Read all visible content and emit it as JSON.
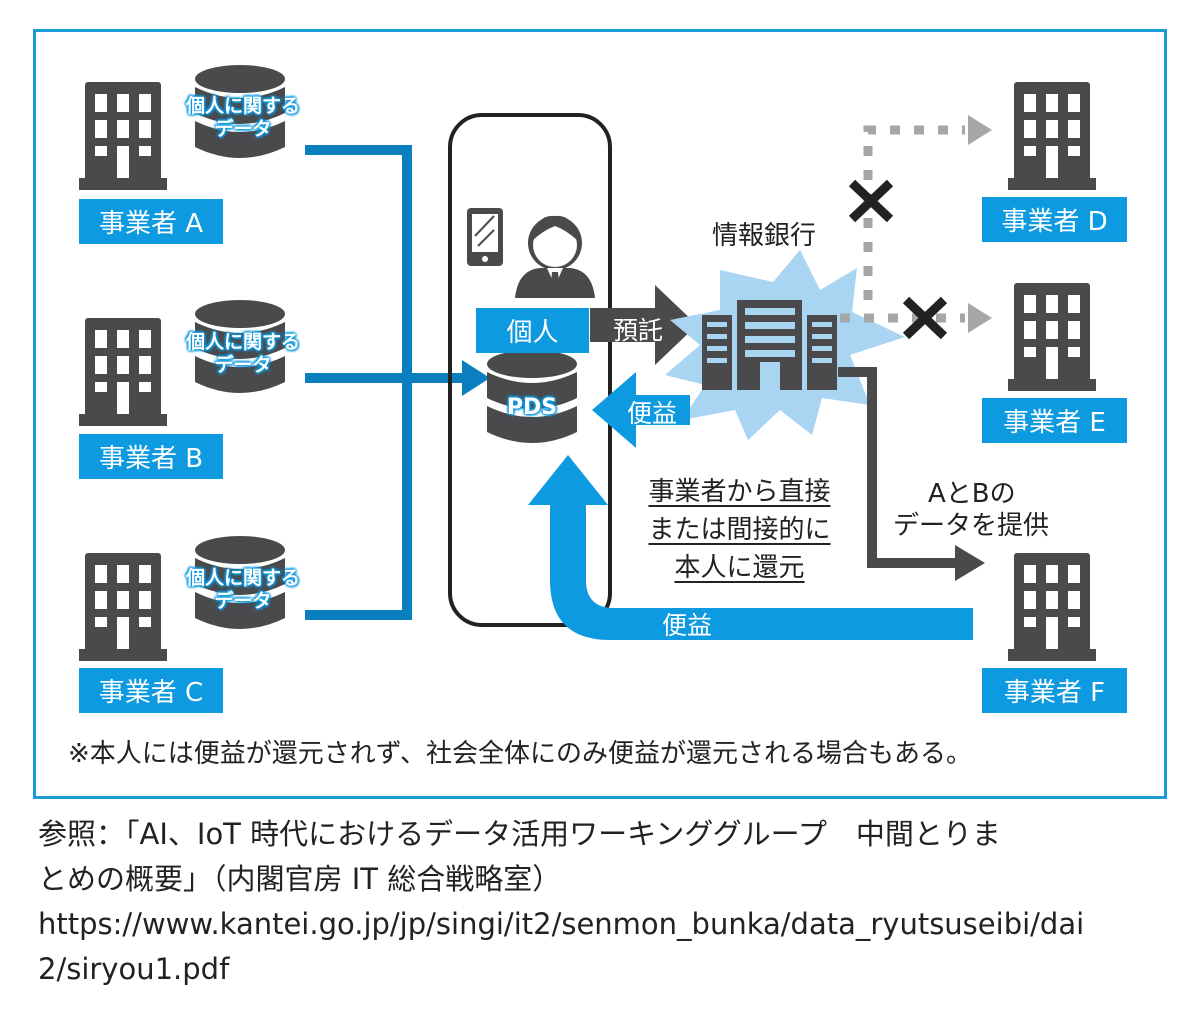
{
  "diagram": {
    "companies": [
      {
        "id": "A",
        "label": "事業者 A",
        "db_label_line1": "個人に関する",
        "db_label_line2": "データ"
      },
      {
        "id": "B",
        "label": "事業者 B",
        "db_label_line1": "個人に関する",
        "db_label_line2": "データ"
      },
      {
        "id": "C",
        "label": "事業者 C",
        "db_label_line1": "個人に関する",
        "db_label_line2": "データ"
      },
      {
        "id": "D",
        "label": "事業者 D"
      },
      {
        "id": "E",
        "label": "事業者 E"
      },
      {
        "id": "F",
        "label": "事業者 F"
      }
    ],
    "individual": {
      "label": "個人",
      "pds_label": "PDS"
    },
    "info_bank": {
      "title": "情報銀行"
    },
    "arrows": {
      "entrust": "預託",
      "benefit_small": "便益",
      "benefit_big": "便益",
      "provide_line1": "AとBの",
      "provide_line2": "データを提供"
    },
    "return_note": [
      "事業者から直接",
      "または間接的に",
      "本人に還元"
    ],
    "footnote": "※本人には便益が還元されず、社会全体にのみ便益が還元される場合もある。",
    "colors": {
      "accent": "#0e9ae0",
      "dark": "#4a4a4c",
      "frame": "#1a9bd7",
      "burst": "#a9d4f2",
      "dotted": "#a6a6a6"
    }
  },
  "reference": {
    "line1": "参照：「AI、IoT 時代におけるデータ活用ワーキンググループ　中間とりま",
    "line2": "とめの概要」（内閣官房 IT 総合戦略室）",
    "line3": "https://www.kantei.go.jp/jp/singi/it2/senmon_bunka/data_ryutsuseibi/dai",
    "line4": "2/siryou1.pdf"
  }
}
